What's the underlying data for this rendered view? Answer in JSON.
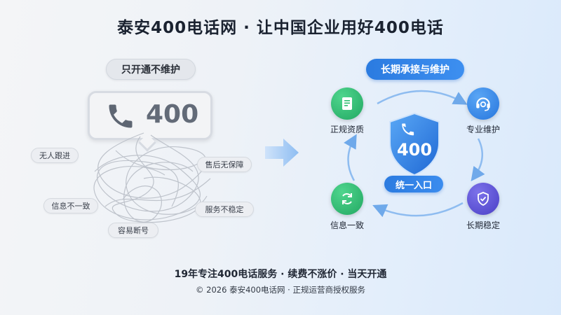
{
  "title": "泰安400电话网 · 让中国企业用好400电话",
  "left": {
    "pill": "只开通不维护",
    "number": "400",
    "tags": [
      "无人跟进",
      "信息不一致",
      "容易断号",
      "售后无保障",
      "服务不稳定"
    ]
  },
  "right": {
    "pill": "长期承接与维护",
    "shield_number": "400",
    "entry": "统一入口",
    "nodes": [
      "正规资质",
      "专业维护",
      "长期稳定",
      "信息一致"
    ]
  },
  "footer": {
    "line1": "19年专注400电话服务 · 续费不涨价 · 当天开通",
    "line2": "© 2026 泰安400电话网 · 正规运营商授权服务"
  },
  "colors": {
    "accent_blue": "#2b7be0",
    "green": "#2fbf71",
    "purple": "#5a4fd6"
  }
}
